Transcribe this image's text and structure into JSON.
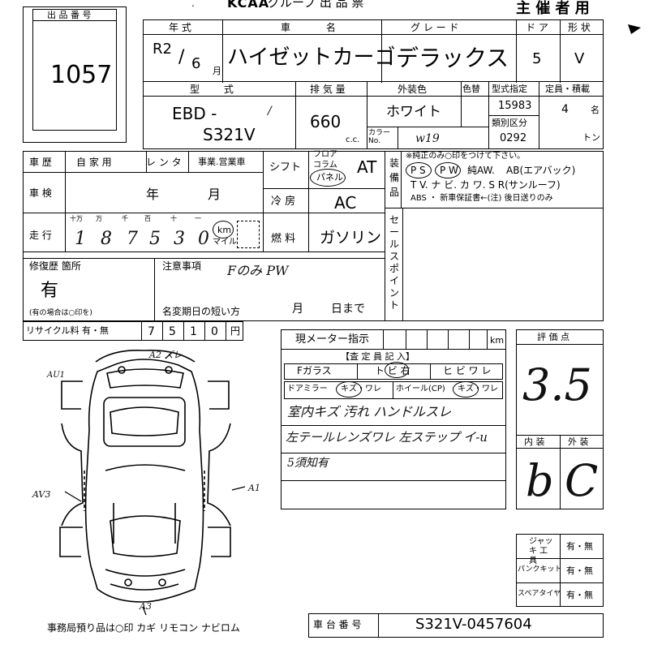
{
  "header": {
    "brand": "KCAA",
    "brand_sub": "グループ 出 品 票",
    "organizer": "主 催 者 用"
  },
  "lot": {
    "label": "出 品 番 号",
    "number": "1057"
  },
  "vehicle": {
    "year_label": "年 式",
    "year_era": "R2",
    "year_month": "6",
    "month_unit": "月",
    "name_label": "車 名",
    "name": "ハイゼットカーゴ",
    "grade_label": "グ レ ー ド",
    "grade": "デラックス",
    "doors_label": "ド ア",
    "doors": "5",
    "shape_label": "形 状",
    "shape": "V",
    "model_label": "型 式",
    "model_line1": "EBD -",
    "model_line2": "S321V",
    "displacement_label": "排 気 量",
    "displacement": "660",
    "cc": "c.c.",
    "color_label": "外装色",
    "color": "ホワイト",
    "color_change_label": "色替",
    "color_no_label": "カラー No.",
    "color_no": "w19",
    "type_spec_label": "型式指定",
    "type_spec": "15983",
    "category_label": "類別区分",
    "category": "0292",
    "capacity_label": "定員・積載",
    "capacity": "4",
    "capacity_unit": "名",
    "load_unit": "トン"
  },
  "history": {
    "label": "車 歴",
    "opts": [
      "自 家 用",
      "レ ン タ",
      "事業.営業車"
    ],
    "inspection_label": "車 検",
    "inspection_year": "年",
    "inspection_month": "月",
    "mileage_label": "走 行",
    "mileage_units": [
      "十万",
      "万",
      "千",
      "百",
      "十",
      "一"
    ],
    "mileage_digits": [
      "1",
      "8",
      "7",
      "5",
      "3",
      "0"
    ],
    "km_label": "km",
    "mile_label": "マイル"
  },
  "shift": {
    "label": "シフト",
    "opts": [
      "フロア",
      "コラム",
      "パネル"
    ],
    "value": "AT"
  },
  "aircon": {
    "label": "冷 房",
    "value": "AC"
  },
  "fuel": {
    "label": "燃 料",
    "value": "ガソリン"
  },
  "equipment": {
    "label": "装 備 品",
    "note": "※純正のみ○印をつけて下さい。",
    "row1": [
      "P S",
      "P W",
      "純AW.",
      "AB(エアバック)"
    ],
    "row2": "T V. ナ ビ. カ ワ. S R(サンルーフ)",
    "row3": "ABS ・ 新車保証書←(注) 後日送りのみ"
  },
  "sales_point": {
    "label": "セールスポイント"
  },
  "repair": {
    "label": "修復歴 箇所",
    "value": "有",
    "note": "(有の場合は○印を)"
  },
  "notes": {
    "label": "注意事項",
    "handwritten": "Fのみ PW",
    "deadline_label": "名変期日の短い方",
    "deadline_month": "月",
    "deadline_day": "日まで"
  },
  "recycle": {
    "label": "リサイクル料 有・無",
    "digits": [
      "7",
      "5",
      "1",
      "0"
    ],
    "unit": "円"
  },
  "inspector": {
    "meter_label": "現メーター指示",
    "km_unit": "km",
    "section_label": "【査 定 員 記 入】",
    "f_glass": "Fガラス",
    "tobi": "ト ビ 右",
    "hibiware": "ヒ ビ ワ レ",
    "door_mirror": "ドアミラー",
    "mirror_damage": "キズ・ワレ",
    "wheel": "ホイール(CP)",
    "wheel_damage": "キズ・ワレ",
    "comment1": "室内キズ 汚れ  ハンドルスレ",
    "comment2": "左テールレンズワレ  左ステップ イ-u",
    "comment3": "5須知有"
  },
  "score": {
    "label": "評 価 点",
    "value": "3.5",
    "interior_label": "内 装",
    "exterior_label": "外 装",
    "interior": "b",
    "exterior": "C"
  },
  "tools": {
    "jack_label": "ジャッキ 工 具",
    "jack_opts": "有・無",
    "puncture_label": "パンクキット",
    "puncture_opts": "有・無",
    "spare_label": "スペアタイヤ",
    "spare_opts": "有・無"
  },
  "chassis": {
    "label": "車 台 番 号",
    "value": "S321V-0457604"
  },
  "office_note": "事務局預り品は○印  カギ  リモコン  ナビロム",
  "diagram_marks": {
    "front": "A2 ズレ",
    "front_left": "AU1",
    "left": "AV3",
    "right": "A1",
    "rear": "A3"
  }
}
